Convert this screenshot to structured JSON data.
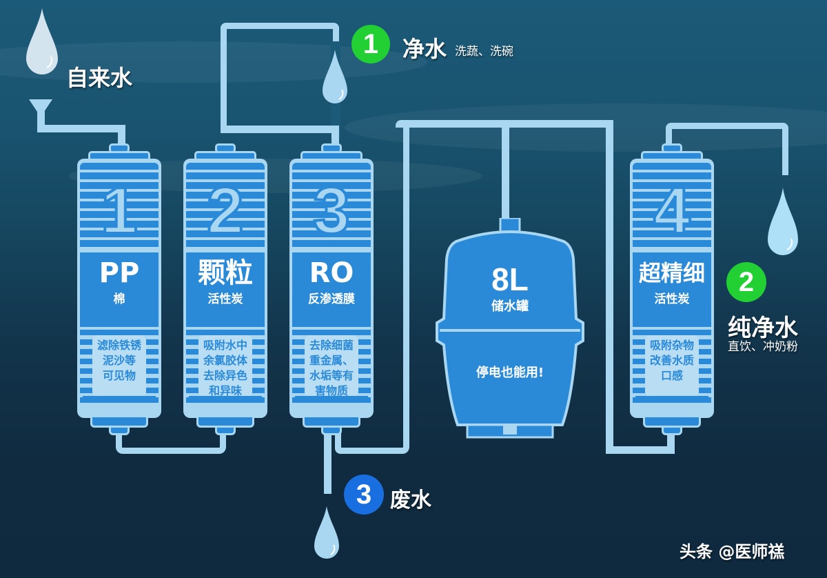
{
  "source": {
    "label": "自来水"
  },
  "outputs": [
    {
      "number": "1",
      "label": "净水",
      "usage": "洗蔬、洗碗",
      "badge_color": "#22d033"
    },
    {
      "number": "2",
      "label": "纯净水",
      "usage": "直饮、冲奶粉",
      "badge_color": "#22d033"
    },
    {
      "number": "3",
      "label": "废水",
      "usage": "",
      "badge_color": "#1a6fe0"
    }
  ],
  "filters": [
    {
      "number": "1",
      "title": "PP",
      "subtitle": "棉",
      "desc": [
        "滤除铁锈",
        "泥沙等",
        "可见物"
      ]
    },
    {
      "number": "2",
      "title": "颗粒",
      "subtitle": "活性炭",
      "desc": [
        "吸附水中",
        "余氯胶体",
        "去除异色",
        "和异味"
      ]
    },
    {
      "number": "3",
      "title": "RO",
      "subtitle": "反渗透膜",
      "desc": [
        "去除细菌",
        "重金属、",
        "水垢等有",
        "害物质"
      ]
    },
    {
      "number": "4",
      "title": "超精细",
      "subtitle": "活性炭",
      "desc": [
        "吸附杂物",
        "改善水质",
        "口感"
      ]
    }
  ],
  "tank": {
    "capacity": "8L",
    "name": "储水罐",
    "note": "停电也能用!"
  },
  "watermark": "头条 @医师禚",
  "colors": {
    "pipe": "#a9d6f0",
    "filter_blue": "#2a8ad8",
    "green_badge": "#22d033",
    "blue_badge": "#1a6fe0"
  }
}
